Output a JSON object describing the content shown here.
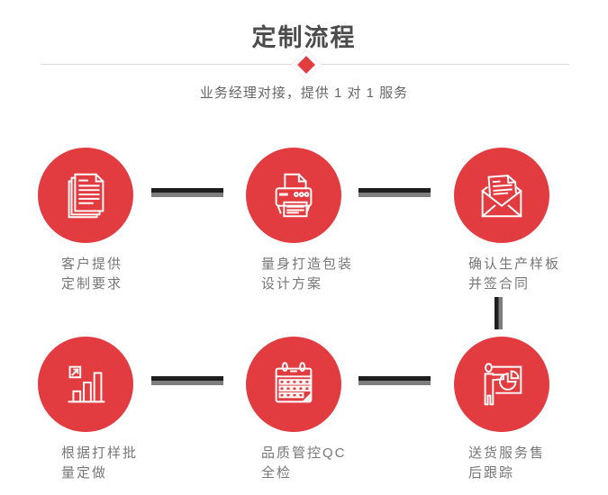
{
  "header": {
    "title": "定制流程",
    "subtitle": "业务经理对接，提供 1 对 1 服务"
  },
  "colors": {
    "accent_red": "#e23c40",
    "title_gray": "#4c4c4c",
    "subtitle_gray": "#666666",
    "label_gray": "#777777",
    "divider_gray": "#dcdcdc",
    "connector_dark": "#1e1e1e",
    "connector_gray": "#7e7e7e"
  },
  "steps": [
    {
      "icon": "documents-icon",
      "line1": "客户提供",
      "line2": "定制要求"
    },
    {
      "icon": "printer-icon",
      "line1": "量身打造包装",
      "line2": "设计方案"
    },
    {
      "icon": "envelope-icon",
      "line1": "确认生产样板",
      "line2": "并签合同"
    },
    {
      "icon": "bar-chart-icon",
      "line1": "根据打样批",
      "line2": "量定做"
    },
    {
      "icon": "calendar-icon",
      "line1": "品质管控QC",
      "line2": "全检"
    },
    {
      "icon": "presentation-icon",
      "line1": "送货服务售",
      "line2": "后跟踪"
    }
  ]
}
